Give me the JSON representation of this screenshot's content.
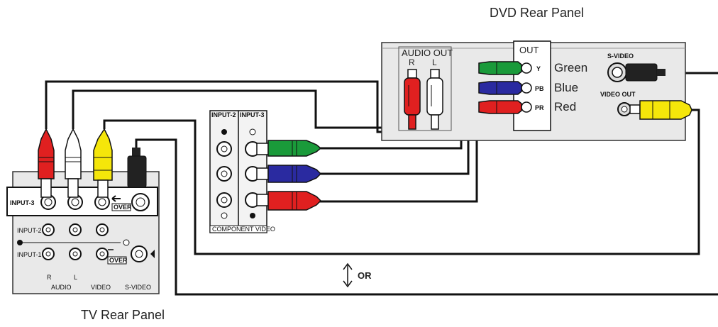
{
  "titles": {
    "dvd_panel": "DVD Rear Panel",
    "tv_panel": "TV Rear Panel"
  },
  "dvd": {
    "audio_out": "AUDIO OUT",
    "r": "R",
    "l": "L",
    "out": "OUT",
    "y": "Y",
    "pb": "PB",
    "pr": "PR",
    "green": "Green",
    "blue": "Blue",
    "red": "Red",
    "s_video": "S-VIDEO",
    "video_out": "VIDEO OUT"
  },
  "component": {
    "input2": "INPUT-2",
    "input3": "INPUT-3",
    "label": "COMPONENT VIDEO"
  },
  "tv": {
    "input3": "INPUT-3",
    "input2": "INPUT-2",
    "input1": "INPUT-1",
    "over": "OVER",
    "over2": "OVER",
    "r": "R",
    "l": "L",
    "audio": "AUDIO",
    "video": "VIDEO",
    "s_video": "S-VIDEO"
  },
  "or_label": "OR",
  "colors": {
    "green": "#1a9a3a",
    "blue": "#2a2aa0",
    "red": "#e02020",
    "yellow": "#f5e60a",
    "white": "#ffffff",
    "black": "#111111",
    "panel": "#e9e9e9"
  }
}
